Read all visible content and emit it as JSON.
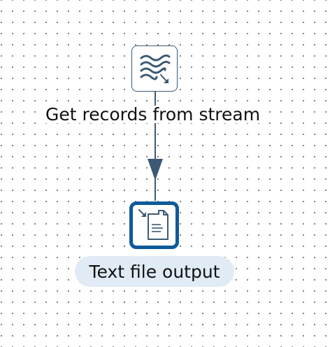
{
  "canvas": {
    "steps": [
      {
        "label": "Get records from stream",
        "icon": "stream-input-icon",
        "selected": false
      },
      {
        "label": "Text file output",
        "icon": "text-file-output-icon",
        "selected": true
      }
    ],
    "hop": {
      "from": "Get records from stream",
      "to": "Text file output"
    }
  },
  "colors": {
    "step_border": "#3c5a75",
    "selected_border": "#0e5a9a",
    "hop_line": "#3c5a75",
    "selected_label_bg": "#e1ebf5"
  }
}
